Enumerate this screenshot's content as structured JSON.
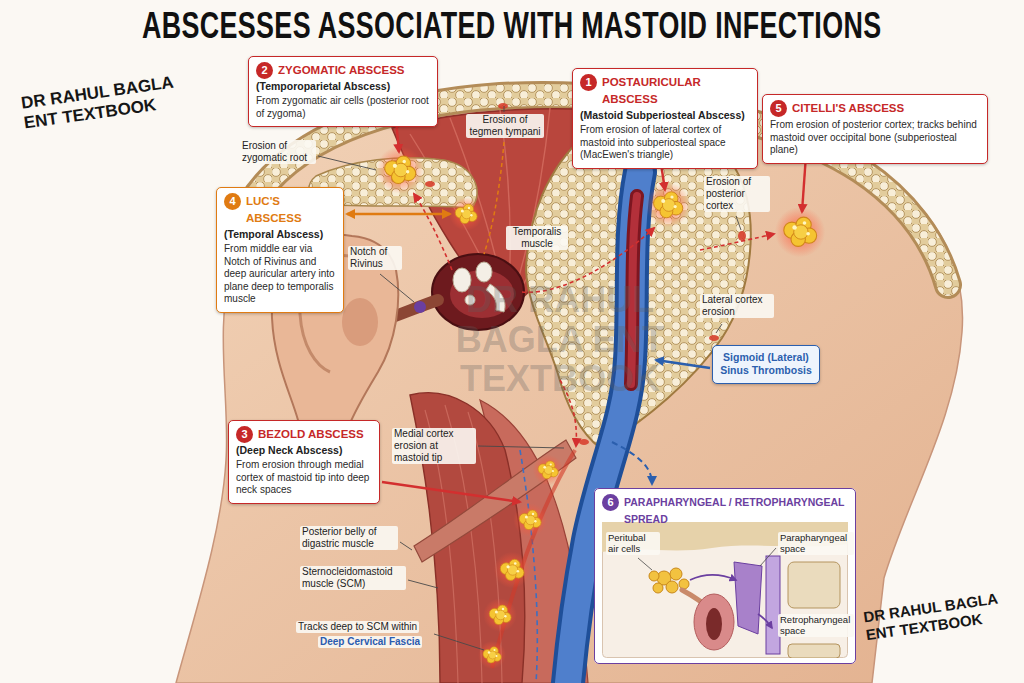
{
  "diagram": {
    "title": "ABSCESSES ASSOCIATED WITH MASTOID INFECTIONS",
    "nodes": [
      {
        "text": [
          "2",
          "ZYGOMATIC ABSCESS",
          "(Temporoparietal Abscess)",
          "From zygomatic air cells (posterior root of zygoma)"
        ]
      },
      {
        "text": [
          "1",
          "POSTAURICULAR ABSCESS",
          "(Mastoid Subperiosteal Abscess)",
          "From erosion of lateral cortex of mastoid into subperiosteal space (MacEwen's triangle)"
        ]
      },
      {
        "text": [
          "5",
          "CITELLI'S ABSCESS",
          "From erosion of posterior cortex; tracks behind mastoid over occipital bone (subperiosteal plane)"
        ]
      },
      {
        "text": [
          "4",
          "LUC'S ABSCESS",
          "(Temporal Abscess)",
          "From middle ear via Notch of Rivinus and deep auricular artery into plane deep to temporalis muscle"
        ]
      },
      {
        "text": [
          "Sigmoid (Lateral) Sinus Thrombosis"
        ]
      },
      {
        "text": [
          "3",
          "BEZOLD ABSCESS",
          "(Deep Neck Abscess)",
          "From erosion through medial cortex of mastoid tip into deep neck spaces"
        ]
      },
      {
        "text": [
          "6",
          "PARAPHARYNGEAL / RETROPHARYNGEAL SPREAD"
        ]
      }
    ],
    "labels": [
      "DR RAHUL BAGLA ENT TEXTBOOK",
      "Erosion of zygomatic root",
      "Erosion of tegmen tympani",
      "Temporalis muscle",
      "Erosion of posterior cortex",
      "Notch of Rivinus",
      "Lateral cortex erosion",
      "DR RAHUL BAGLA ENT TEXTBOOK",
      "Medial cortex erosion at mastoid tip",
      "Posterior belly of digastric muscle",
      "Sternocleidomastoid muscle (SCM)",
      "Peritubal air cells",
      "Parapharyngeal space",
      "Tracks deep to SCM within",
      "Deep Cervical Fascia",
      "Retropharyngeal space",
      "DR RAHUL BAGLA ENT TEXTBOOK"
    ]
  }
}
